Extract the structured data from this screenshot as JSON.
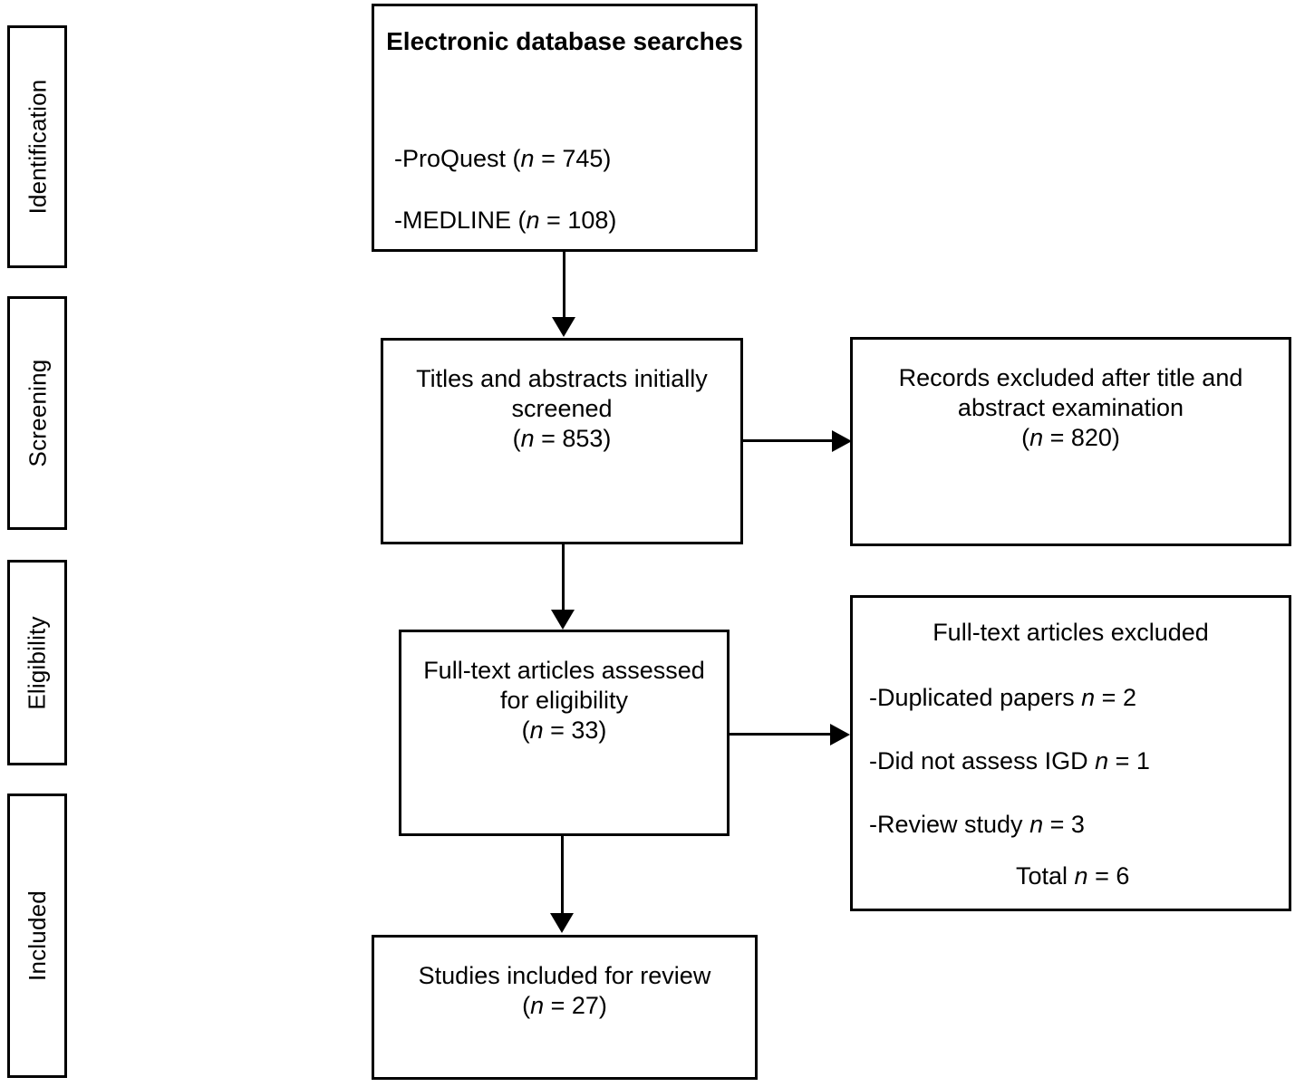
{
  "diagram": {
    "type": "prisma-flow-diagram",
    "stages": [
      {
        "label": "Identification"
      },
      {
        "label": "Screening"
      },
      {
        "label": "Eligibility"
      },
      {
        "label": "Included"
      }
    ],
    "boxes": {
      "identification": {
        "title": "Electronic database searches",
        "items": [
          {
            "prefix": "-ProQuest (",
            "n_symbol": "n",
            "suffix": " = 745)"
          },
          {
            "prefix": "-MEDLINE (",
            "n_symbol": "n",
            "suffix": " = 108)"
          }
        ]
      },
      "screening": {
        "line1": "Titles and abstracts initially",
        "line2": "screened",
        "count_prefix": "(",
        "count_n": "n",
        "count_suffix": " = 853)"
      },
      "records_excluded": {
        "line1": "Records excluded after title and",
        "line2": "abstract examination",
        "count_prefix": "(",
        "count_n": "n",
        "count_suffix": " = 820)"
      },
      "eligibility": {
        "line1": "Full-text articles assessed",
        "line2": "for eligibility",
        "count_prefix": "(",
        "count_n": "n",
        "count_suffix": " =  33)"
      },
      "fulltext_excluded": {
        "title": "Full-text articles excluded",
        "items": [
          {
            "prefix": "-Duplicated papers ",
            "n_symbol": "n",
            "suffix": " = 2"
          },
          {
            "prefix": "-Did not assess IGD ",
            "n_symbol": "n",
            "suffix": " = 1"
          },
          {
            "prefix": "-Review study ",
            "n_symbol": "n",
            "suffix": " = 3"
          }
        ],
        "total_prefix": "Total ",
        "total_n": "n",
        "total_suffix": " = 6"
      },
      "included": {
        "line1": "Studies included for review",
        "count_prefix": "(",
        "count_n": "n",
        "count_suffix": " = 27)"
      }
    },
    "colors": {
      "stroke": "#000000",
      "background": "#ffffff",
      "text": "#000000"
    }
  }
}
